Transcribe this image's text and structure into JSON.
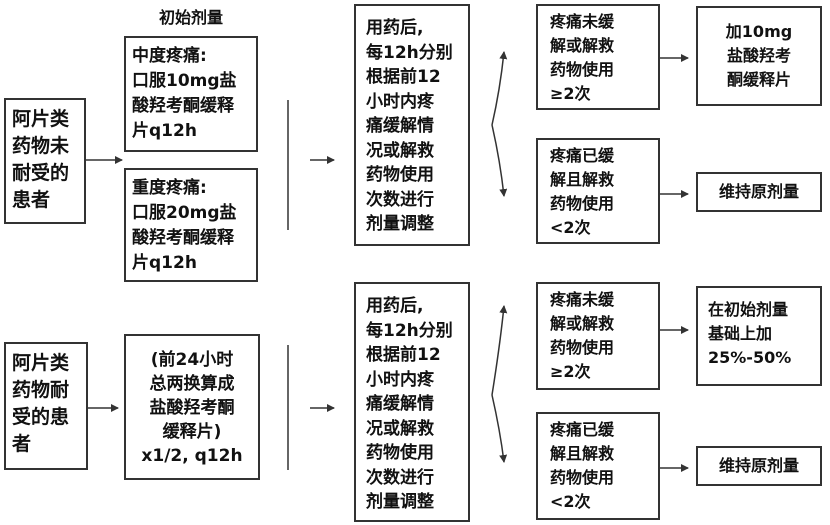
{
  "initial_dose_label": "初始剂量",
  "top": {
    "patient": "阿片类\n药物未\n耐受的\n患者",
    "moderate": "中度疼痛:\n口服10mg盐\n酸羟考酮缓释\n片q12h",
    "severe": "重度疼痛:\n口服20mg盐\n酸羟考酮缓释\n片q12h",
    "adjust": "用药后,\n每12h分别\n根据前12\n小时内疼\n痛缓解情\n况或解救\n药物使用\n次数进行\n剂量调整",
    "cond_unrelieved": "疼痛未缓\n解或解救\n药物使用\n≥2次",
    "cond_relieved": "疼痛已缓\n解且解救\n药物使用\n<2次",
    "result_add": "加10mg\n盐酸羟考\n酮缓释片",
    "result_keep": "维持原剂量"
  },
  "bottom": {
    "patient": "阿片类\n药物耐\n受的患\n者",
    "conversion": "(前24小时\n总两换算成\n盐酸羟考酮\n缓释片)\nx1/2, q12h",
    "adjust": "用药后,\n每12h分别\n根据前12\n小时内疼\n痛缓解情\n况或解救\n药物使用\n次数进行\n剂量调整",
    "cond_unrelieved": "疼痛未缓\n解或解救\n药物使用\n≥2次",
    "cond_relieved": "疼痛已缓\n解且解救\n药物使用\n<2次",
    "result_increase": "在初始剂量\n基础上加\n25%-50%",
    "result_keep": "维持原剂量"
  }
}
